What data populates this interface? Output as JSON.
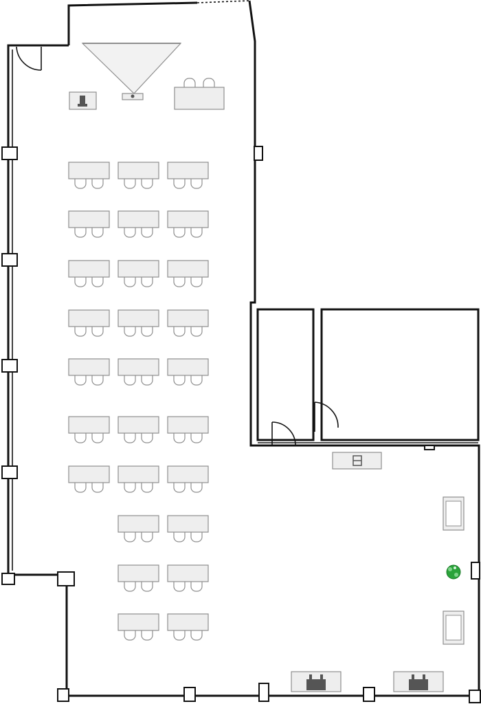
{
  "plan": {
    "colors": {
      "wall": "#111111",
      "furniture_fill": "#eeeeee",
      "furniture_stroke": "#8e8e8e",
      "plant": "#2aa33a"
    },
    "icons": [
      "door-swing-icon",
      "projector-icon",
      "podium-icon",
      "shelf-icon",
      "sofa-icon",
      "plant-icon",
      "equipment-icon"
    ],
    "desk_rows": [
      3,
      3,
      3,
      3,
      3,
      3,
      3,
      2,
      2,
      2
    ],
    "desk_count": 27,
    "chairs_per_desk": 2
  }
}
